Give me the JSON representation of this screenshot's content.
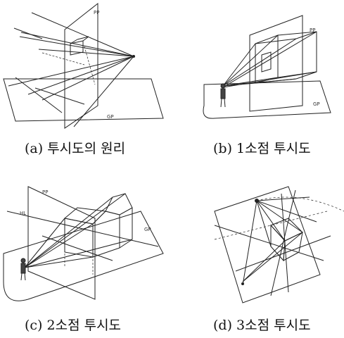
{
  "captions": {
    "a": "(a) 투시도의 원리",
    "b": "(b) 1소점 투시도",
    "c": "(c) 2소점 투시도",
    "d": "(d) 3소점 투시도"
  },
  "diagram_labels": {
    "a_pp": "PP",
    "a_gp": "GP",
    "b_pp": "PP",
    "b_gp": "GP",
    "c_pp": "PP",
    "c_gp": "GP",
    "c_hl": "HL"
  }
}
